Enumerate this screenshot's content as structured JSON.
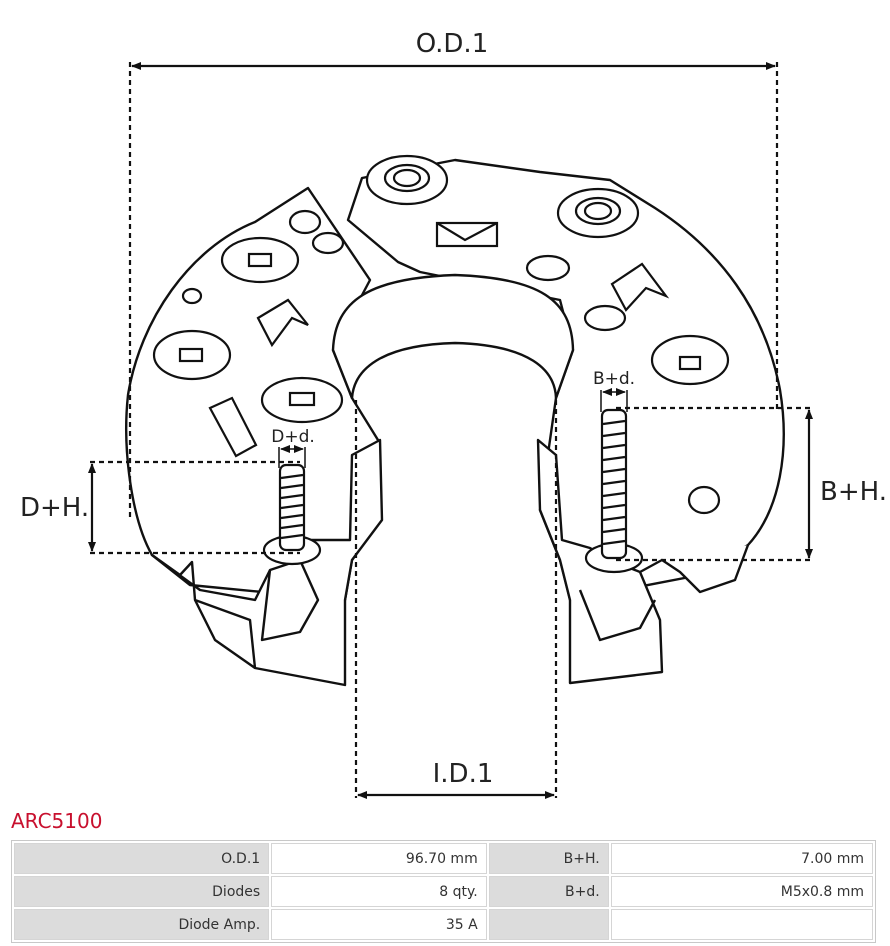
{
  "diagram": {
    "labels": {
      "od": "O.D.1",
      "id": "I.D.1",
      "dh": "D+H.",
      "bh": "B+H.",
      "dd": "D+d.",
      "bd": "B+d."
    }
  },
  "product": {
    "code": "ARC5100"
  },
  "specs": [
    {
      "label": "O.D.1",
      "value": "96.70 mm",
      "label2": "B+H.",
      "value2": "7.00 mm"
    },
    {
      "label": "Diodes",
      "value": "8 qty.",
      "label2": "B+d.",
      "value2": "M5x0.8 mm"
    },
    {
      "label": "Diode Amp.",
      "value": "35 A",
      "label2": "",
      "value2": ""
    }
  ]
}
